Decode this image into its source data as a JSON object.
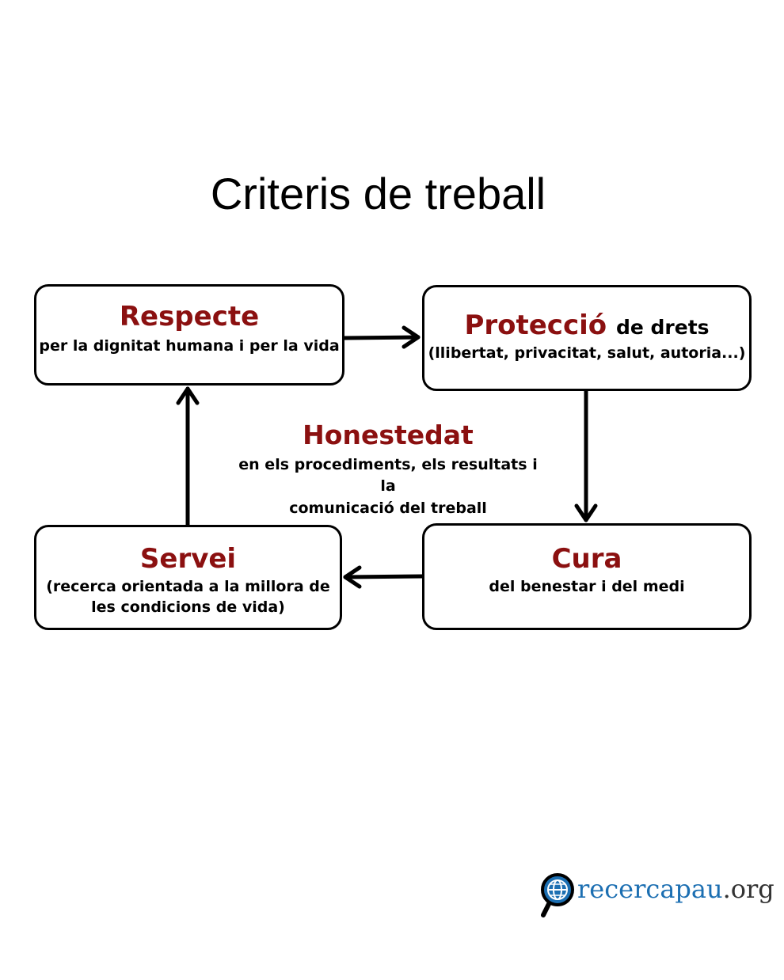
{
  "title": "Criteris de treball",
  "boxes": {
    "respecte": {
      "head": "Respecte",
      "sub": "per la dignitat humana i per la vida"
    },
    "proteccio": {
      "head": "Protecció",
      "head_suffix": "de drets",
      "sub": "(llibertat, privacitat, salut, autoria...)"
    },
    "servei": {
      "head": "Servei",
      "sub_line1": "(recerca orientada a la millora de",
      "sub_line2": "les condicions de vida)"
    },
    "cura": {
      "head": "Cura",
      "sub": "del benestar i del medi"
    }
  },
  "center": {
    "head": "Honestedat",
    "sub_line1": "en els procediments, els resultats i la",
    "sub_line2": "comunicació del treball"
  },
  "logo": {
    "brand": "recercapau",
    "tld": ".org",
    "icon": "magnifier-globe-icon"
  },
  "colors": {
    "accent": "#8b1010",
    "brand": "#1c6fb2"
  }
}
